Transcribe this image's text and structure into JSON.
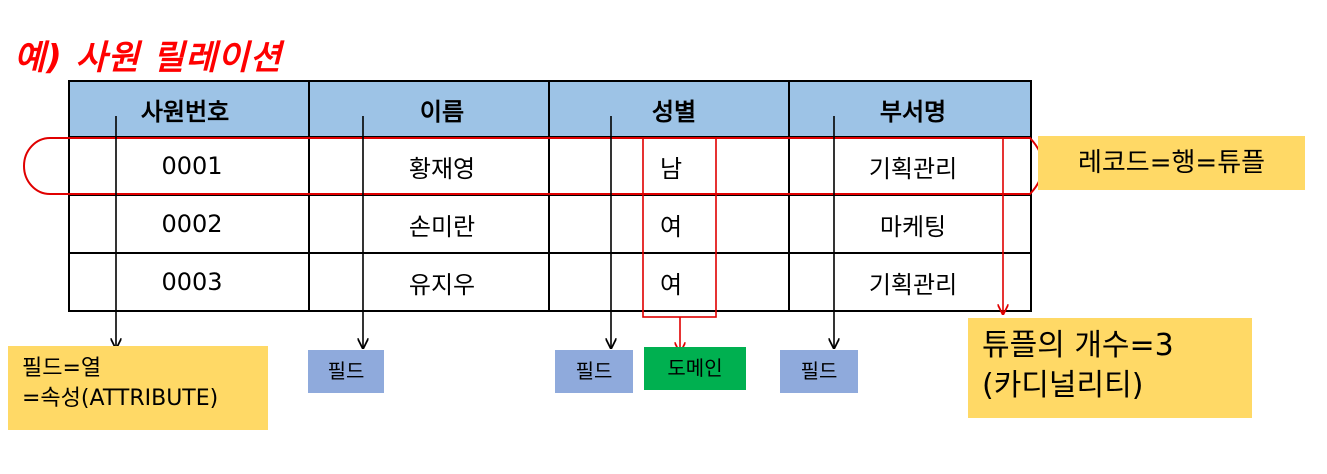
{
  "title": "예) 사원 릴레이션",
  "table": {
    "headers": [
      "사원번호",
      "이름",
      "성별",
      "부서명"
    ],
    "rows": [
      [
        "0001",
        "황재영",
        "남",
        "기획관리"
      ],
      [
        "0002",
        "손미란",
        "여",
        "마케팅"
      ],
      [
        "0003",
        "유지우",
        "여",
        "기획관리"
      ]
    ]
  },
  "labels": {
    "record": "레코드=행=튜플",
    "field_attr_line1": "필드=열",
    "field_attr_line2": "=속성(ATTRIBUTE)",
    "field": "필드",
    "domain": "도메인",
    "cardinality_line1": "튜플의 개수=3",
    "cardinality_line2": "(카디널리티)"
  },
  "colors": {
    "title": "#ff0000",
    "header_bg": "#9dc3e6",
    "yellow_box": "#ffd966",
    "blue_box": "#8faadc",
    "green_box": "#00b050",
    "highlight_line": "#e00000"
  }
}
